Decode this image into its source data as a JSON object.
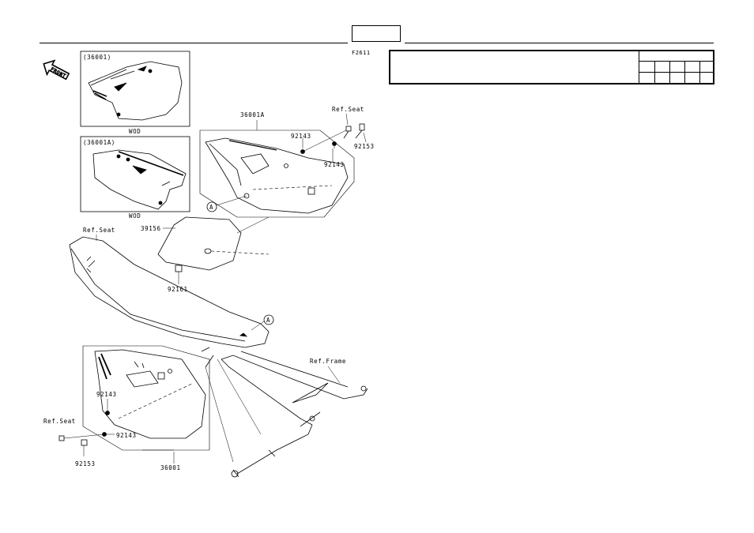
{
  "figure_code": "F2611",
  "labels": {
    "inset_top_ref": "(36001)",
    "inset_top_caption": "WOD",
    "inset_bottom_ref": "(36001A)",
    "inset_bottom_caption": "WOD",
    "part_36001A": "36001A",
    "part_92143_upper_a": "92143",
    "part_92143_upper_b": "92143",
    "part_92153_upper": "92153",
    "ref_seat_upper": "Ref.Seat",
    "part_39156": "39156",
    "part_92161": "92161",
    "ref_seat_main": "Ref.Seat",
    "callout_a_upper": "A",
    "callout_a_lower": "A",
    "ref_frame": "Ref.Frame",
    "part_92143_lower_a": "92143",
    "part_92143_lower_b": "92143",
    "ref_seat_lower": "Ref.Seat",
    "part_92153_lower": "92153",
    "part_36001": "36001",
    "front_arrow": "FRONT"
  },
  "colors": {
    "ink": "#000000",
    "paper": "#ffffff"
  }
}
